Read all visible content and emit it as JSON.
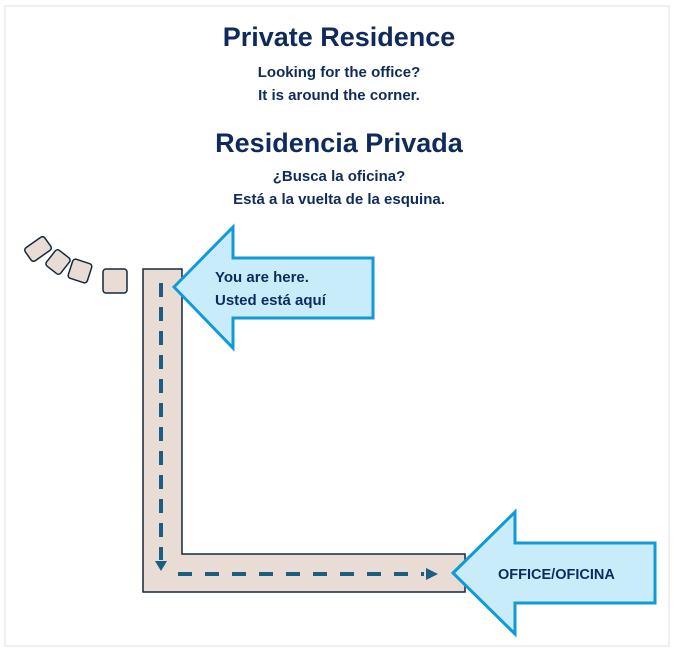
{
  "sign": {
    "title_en": "Private Residence",
    "subtitle_en_1": "Looking for the office?",
    "subtitle_en_2": "It is around the corner.",
    "title_es": "Residencia Privada",
    "subtitle_es_1": "¿Busca la oficina?",
    "subtitle_es_2": "Está a la vuelta de la esquina.",
    "here_label_1": "You are here.",
    "here_label_2": "Usted está aquí",
    "office_label": "OFFICE/OFICINA"
  },
  "colors": {
    "text": "#0f2a5c",
    "path_fill": "#e9dcd5",
    "path_stroke": "#13293d",
    "dash": "#1b5e82",
    "arrow_fill": "#c9ecfb",
    "arrow_stroke": "#129ad6"
  }
}
